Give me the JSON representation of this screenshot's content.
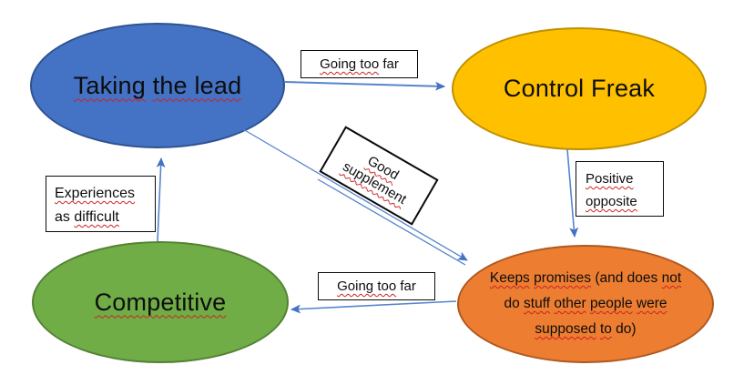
{
  "canvas": {
    "background": "#FFFFFF"
  },
  "colors": {
    "arrow_line": "#5585CC",
    "arrow_head": "#4472C4",
    "squiggle": "#CC2222",
    "node_blue_fill": "#4472C4",
    "node_blue_stroke": "#2F528F",
    "node_yellow_fill": "#FFC000",
    "node_yellow_stroke": "#BF9000",
    "node_green_fill": "#70AD47",
    "node_green_stroke": "#548235",
    "node_orange_fill": "#ED7D31",
    "node_orange_stroke": "#AE5A21",
    "label_box_fill": "#FFFFFF",
    "label_box_stroke": "#0A0A0A"
  },
  "nodes": {
    "taking_the_lead": {
      "p1": "Taking",
      "sp": " ",
      "p2": "the lead"
    },
    "control_freak": {
      "label": "Control Freak"
    },
    "competitive": {
      "label": "Competitive"
    },
    "keeps_promises": {
      "line1": {
        "w1": "Keeps",
        "s1": " ",
        "w2": "promises",
        "mid": " (and does ",
        "w3": "not"
      },
      "line2": {
        "pre": "do ",
        "w1": "stuff",
        "s1": " ",
        "w2": "other",
        "s2": " ",
        "w3": "people",
        "s3": " ",
        "w4": "were"
      },
      "line3": {
        "w1": "supposed",
        "s1": " ",
        "w2": "to",
        "post": " do)"
      }
    }
  },
  "edge_labels": {
    "going_too_far_top": {
      "sq": "Going too",
      "rest": " far"
    },
    "positive_opposite": {
      "line1": "Positive",
      "line2": "opposite"
    },
    "experiences_as_difficult": {
      "line1": "Experiences",
      "line2_pre": "as ",
      "line2_sq": "difficult"
    },
    "going_too_far_bottom": {
      "sq": "Going too",
      "rest": " far"
    },
    "good_supplement": {
      "line1": "Good",
      "line2": "supplement"
    }
  }
}
